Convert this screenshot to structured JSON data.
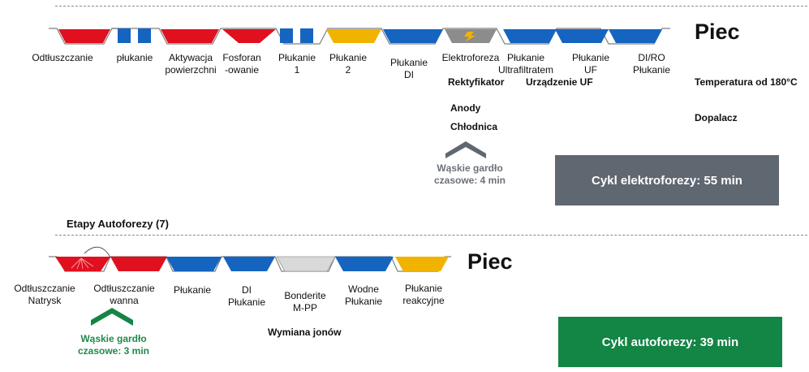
{
  "electro": {
    "oven_label": "Piec",
    "stages": [
      "Odtłuszczanie",
      "płukanie",
      "Aktywacja\npowierzchni",
      "Fosforan\n-owanie",
      "Płukanie\n1",
      "Płukanie\n2",
      "Płukanie\nDI",
      "Elektroforeza",
      "Płukanie\nUltrafiltratem",
      "Płukanie\nUF",
      "DI/RO\nPłukanie"
    ],
    "equipment": {
      "rectifier": "Rektyfikator",
      "anodes": "Anody",
      "cooler": "Chłodnica",
      "uf_device": "Urządzenie UF",
      "temperature": "Temperatura od 180°C",
      "afterburner": "Dopalacz"
    },
    "bottleneck": "Wąskie gardło\nczasowe: 4 min",
    "cycle": "Cykl elektroforezy: 55 min",
    "cycle_color": "#5f6770"
  },
  "auto": {
    "section_title": "Etapy Autoforezy (7)",
    "oven_label": "Piec",
    "stages": [
      "Odtłuszczanie\nNatrysk",
      "Odtłuszczanie\nwanna",
      "Płukanie",
      "DI\nPłukanie",
      "Bonderite\nM-PP",
      "Wodne\nPłukanie",
      "Płukanie\nreakcyjne"
    ],
    "ion_exchange": "Wymiana jonów",
    "bottleneck": "Wąskie gardło\nczasowe: 3 min",
    "bottleneck_color": "#1f8a4c",
    "cycle": "Cykl autoforezy: 39 min",
    "cycle_color": "#138544"
  },
  "colors": {
    "red": "#e0101e",
    "blue": "#1565c0",
    "yellow": "#f0b400",
    "gray": "#8c8c8c",
    "light_gray": "#d9d9d9"
  },
  "icons": [
    "lightning-icon",
    "spray-icon",
    "chevron-up-icon"
  ]
}
